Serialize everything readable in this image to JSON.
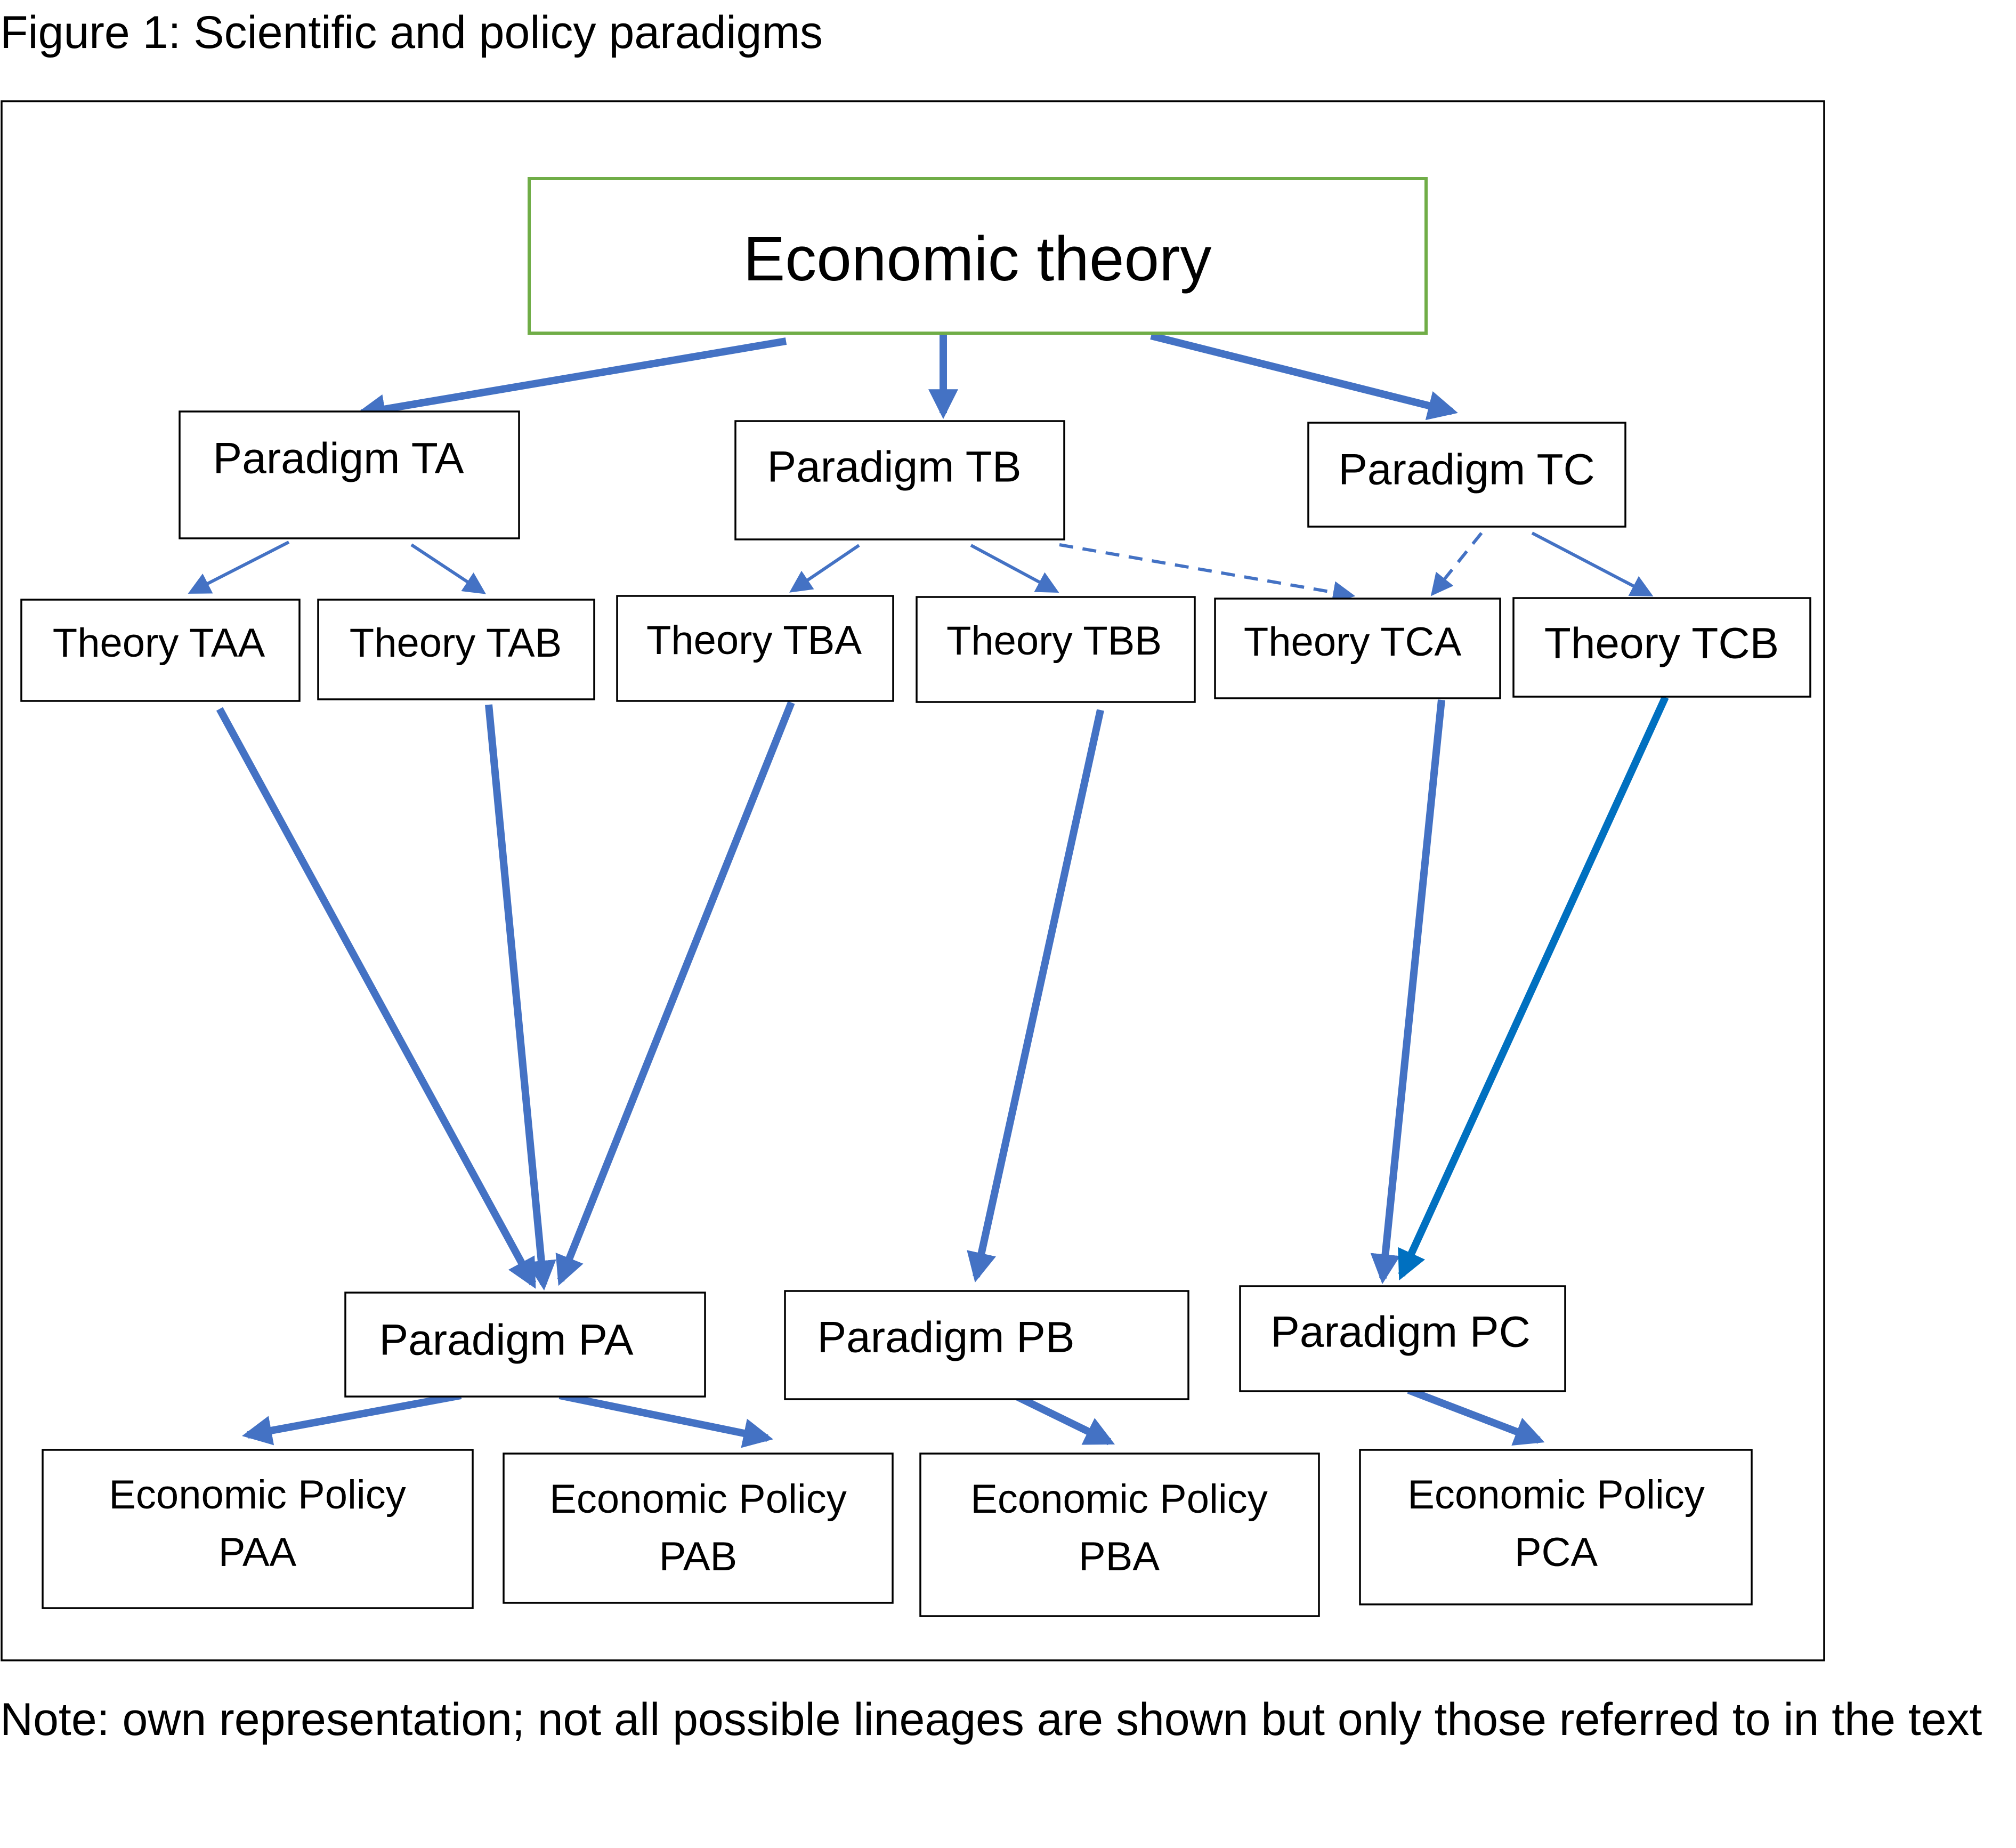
{
  "figure_title": "Figure 1: Scientific and policy paradigms",
  "note": "Note: own representation; not all possible lineages are shown but only those referred to in the text",
  "colors": {
    "edge": "#4472C4",
    "edge_dark": "#0070C0",
    "top_box_border": "#70AD47",
    "box_border": "#000000"
  },
  "nodes": {
    "economic_theory": "Economic theory",
    "paradigm_ta": "Paradigm TA",
    "paradigm_tb": "Paradigm TB",
    "paradigm_tc": "Paradigm TC",
    "theory_taa": "Theory TAA",
    "theory_tab": "Theory TAB",
    "theory_tba": "Theory TBA",
    "theory_tbb": "Theory TBB",
    "theory_tca": "Theory TCA",
    "theory_tcb": "Theory TCB",
    "paradigm_pa": "Paradigm PA",
    "paradigm_pb": "Paradigm PB",
    "paradigm_pc": "Paradigm PC",
    "policy_paa": [
      "Economic Policy",
      "PAA"
    ],
    "policy_pab": [
      "Economic Policy",
      "PAB"
    ],
    "policy_pba": [
      "Economic Policy",
      "PBA"
    ],
    "policy_pca": [
      "Economic Policy",
      "PCA"
    ]
  }
}
